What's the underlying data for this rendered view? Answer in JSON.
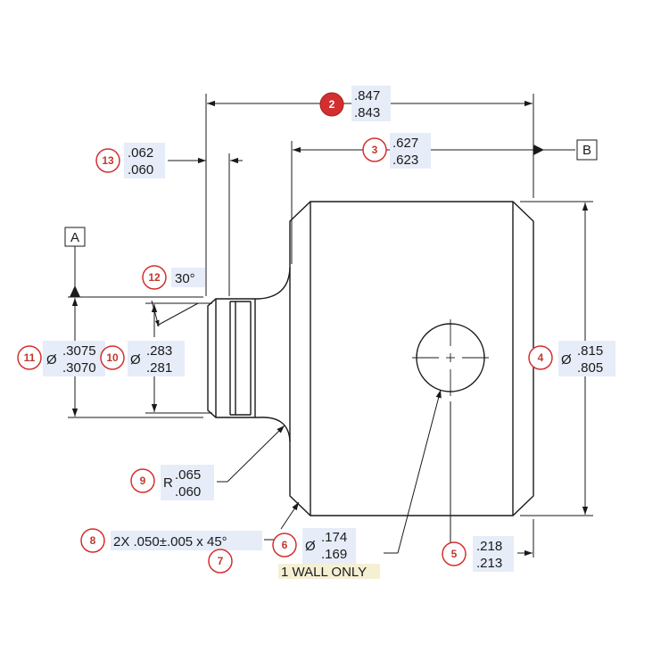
{
  "datums": {
    "a": "A",
    "b": "B"
  },
  "symbols": {
    "diameter": "Ø",
    "radius": "R"
  },
  "dimensions": {
    "overall_length": {
      "balloon": "2",
      "upper": ".847",
      "lower": ".843"
    },
    "body_length": {
      "balloon": "3",
      "upper": ".627",
      "lower": ".623"
    },
    "body_diameter": {
      "balloon": "4",
      "upper": ".815",
      "lower": ".805"
    },
    "hole_position": {
      "balloon": "5",
      "upper": ".218",
      "lower": ".213"
    },
    "hole_diameter": {
      "balloon": "6",
      "upper": ".174",
      "lower": ".169",
      "note": "1 WALL ONLY"
    },
    "chamfer_mark": {
      "balloon": "7"
    },
    "chamfer": {
      "balloon": "8",
      "text": "2X .050±.005 x 45°"
    },
    "fillet_radius": {
      "balloon": "9",
      "upper": ".065",
      "lower": ".060"
    },
    "groove_diameter": {
      "balloon": "10",
      "upper": ".283",
      "lower": ".281"
    },
    "pin_diameter": {
      "balloon": "11",
      "upper": ".3075",
      "lower": ".3070"
    },
    "chamfer_angle": {
      "balloon": "12",
      "text": "30°"
    },
    "flange_width": {
      "balloon": "13",
      "upper": ".062",
      "lower": ".060"
    }
  },
  "colors": {
    "balloon_outline": "#d32f2f",
    "balloon_fill_active": "#d32f2f",
    "dim_box": "#e6ecf8",
    "note_box": "#f5f0d4",
    "line": "#1a1a1a"
  }
}
